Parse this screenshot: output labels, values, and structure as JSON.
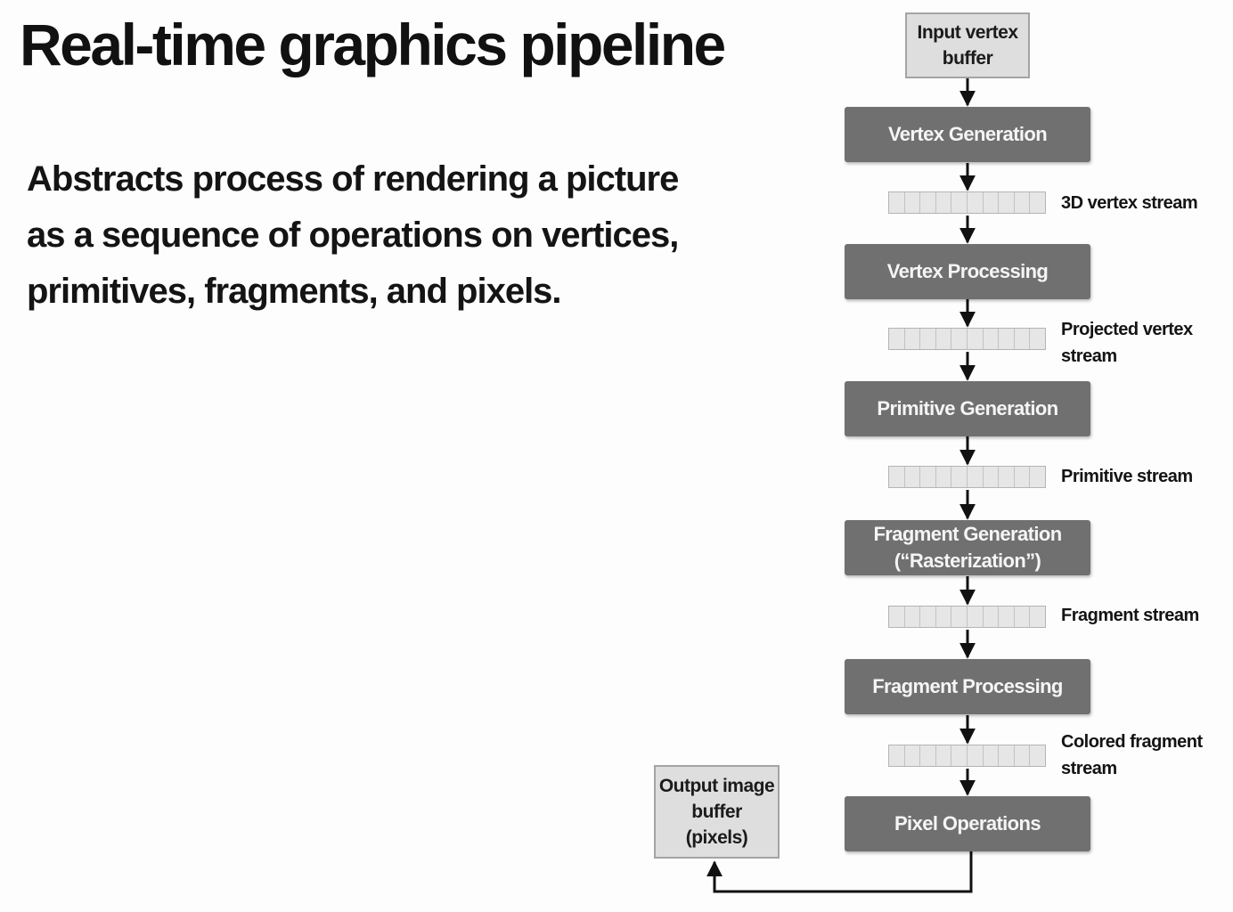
{
  "slide": {
    "title": "Real-time graphics pipeline",
    "body": "Abstracts process of rendering a picture as a sequence of operations on vertices, primitives, fragments, and pixels."
  },
  "pipeline": {
    "input_buffer": "Input vertex\nbuffer",
    "output_buffer": "Output image\nbuffer\n(pixels)",
    "stages": [
      {
        "label": "Vertex Generation"
      },
      {
        "label": "Vertex Processing"
      },
      {
        "label": "Primitive Generation"
      },
      {
        "label": "Fragment Generation\n(“Rasterization”)"
      },
      {
        "label": "Fragment Processing"
      },
      {
        "label": "Pixel Operations"
      }
    ],
    "streams": [
      {
        "label": "3D vertex stream"
      },
      {
        "label": "Projected vertex\nstream"
      },
      {
        "label": "Primitive stream"
      },
      {
        "label": "Fragment stream"
      },
      {
        "label": "Colored fragment\nstream"
      }
    ]
  },
  "colors": {
    "stage_fill": "#707070",
    "buffer_fill": "#dedede",
    "stream_cell": "#e6e6e6",
    "arrow": "#111111"
  }
}
